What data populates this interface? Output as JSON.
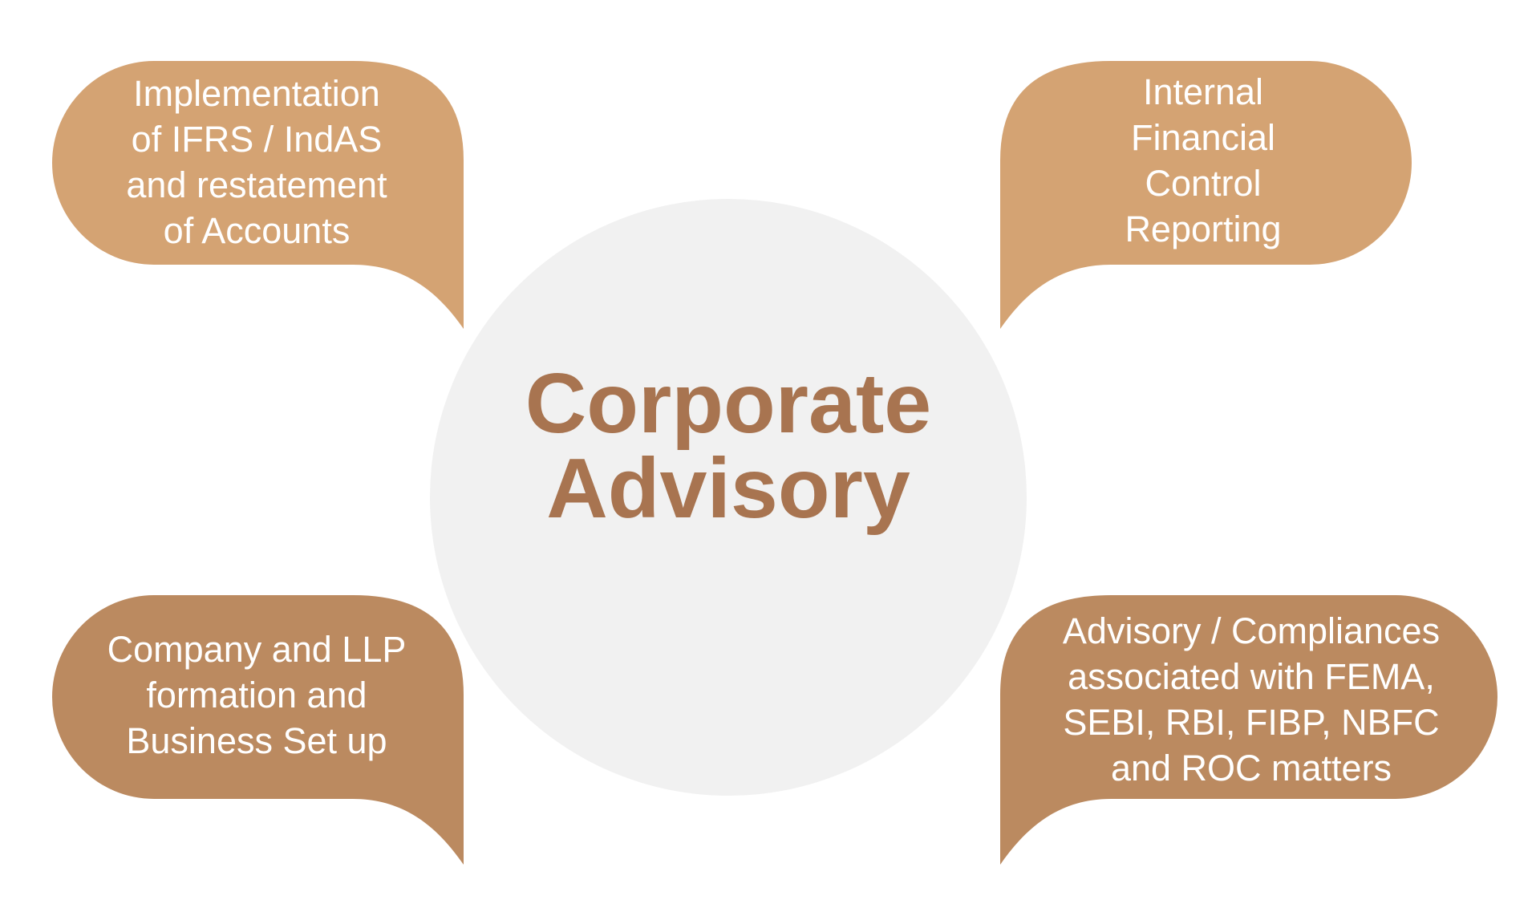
{
  "colors": {
    "top_bubble": "#d4a373",
    "bottom_bubble": "#bb8a60",
    "circle": "#f1f1f1",
    "title": "#a87450",
    "bubble_text": "#ffffff"
  },
  "center": {
    "title_line1": "Corporate",
    "title_line2": "Advisory"
  },
  "bubbles": {
    "top_left": "Implementation\nof IFRS / IndAS\nand restatement\nof Accounts",
    "top_right": "Internal\nFinancial\nControl\nReporting",
    "bottom_left": "Company and LLP\nformation and\nBusiness Set up",
    "bottom_right": "Advisory / Compliances\nassociated with FEMA,\nSEBI, RBI, FIBP, NBFC\nand ROC matters"
  }
}
